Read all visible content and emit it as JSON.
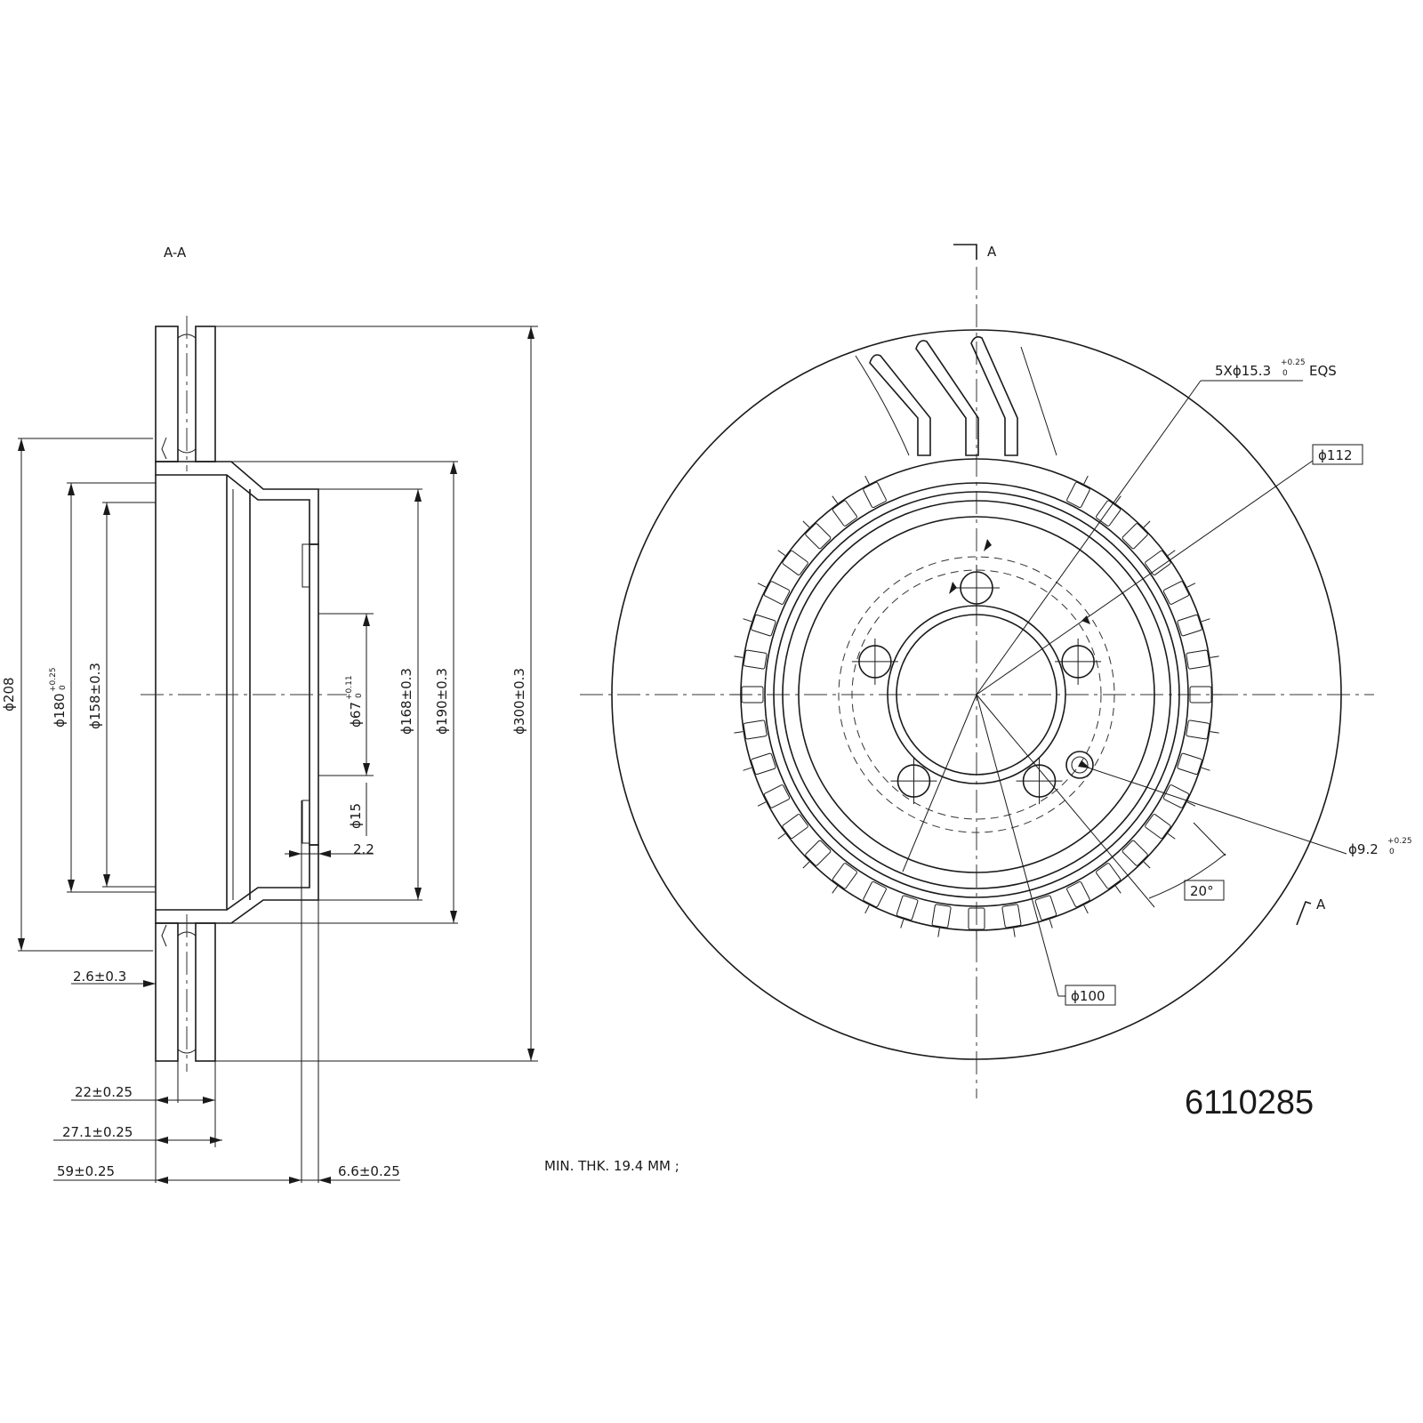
{
  "section_label": "A-A",
  "section_marker_top": "A",
  "section_marker_bottom": "A",
  "part_number": "6110285",
  "note": "MIN. THK. 19.4 MM ;",
  "diameters": {
    "d208": "ϕ208",
    "d180_base": "ϕ180",
    "d180_tol_upper": "+0.25",
    "d180_tol_lower": "0",
    "d158": "ϕ158±0.3",
    "d67_base": "ϕ67",
    "d67_tol_upper": "+0.11",
    "d67_tol_lower": "0",
    "d15": "ϕ15",
    "d168": "ϕ168±0.3",
    "d190": "ϕ190±0.3",
    "d300": "ϕ300±0.3"
  },
  "linear": {
    "v2_2": "2.2",
    "v2_6": "2.6±0.3",
    "v22": "22±0.25",
    "v27_1": "27.1±0.25",
    "v59": "59±0.25",
    "v6_6": "6.6±0.25"
  },
  "front_view": {
    "bolt_holes_base": "5Xϕ15.3",
    "bolt_holes_tol_upper": "+0.25",
    "bolt_holes_tol_lower": "0",
    "bolt_holes_suffix": "EQS",
    "d112": "ϕ112",
    "d100": "ϕ100",
    "pin_hole_base": "ϕ9.2",
    "pin_hole_tol_upper": "+0.25",
    "pin_hole_tol_lower": "0",
    "angle": "20°"
  }
}
